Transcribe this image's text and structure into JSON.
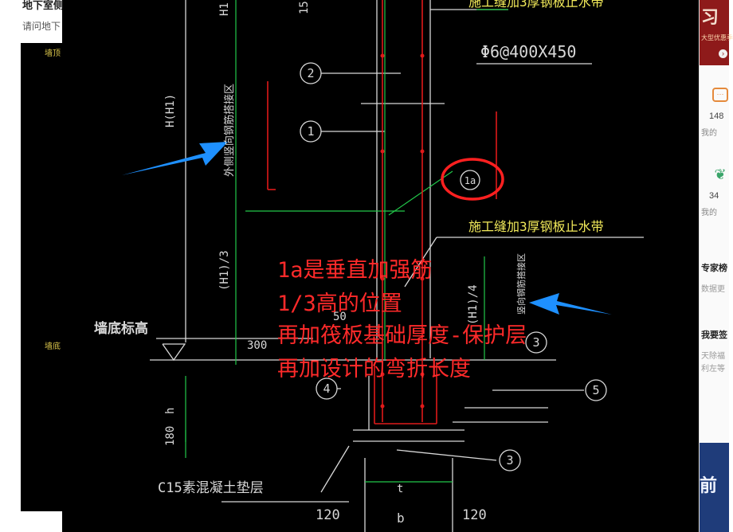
{
  "question": {
    "title": "地下室侧",
    "subtitle": "请问地下"
  },
  "left_thumbnail": {
    "label_top": "墙顶",
    "label_mid": "墙底"
  },
  "drawing": {
    "dim_top_h1": "H1",
    "dim_top_15": "15",
    "dim_left_h": "H(H1)",
    "dim_left_h3": "(H1)/3",
    "dim_right_h4": "(H1)/4",
    "dim_300": "300",
    "dim_50": "50",
    "dim_h": "h",
    "dim_180": "180",
    "dim_t": "t",
    "dim_b": "b",
    "dim_120_left": "120",
    "dim_120_right": "120",
    "rebar_spec": "Φ6@400X450",
    "water_stop_top": "施工缝加3厚钢板止水带",
    "water_stop": "施工缝加3厚钢板止水带",
    "wall_bottom_elev": "墙底标高",
    "cushion": "C15素混凝土垫层",
    "vertical_note_left": "外侧竖向钢筋搭接区",
    "vertical_note_right": "竖向钢筋搭接区",
    "callout_1": "1",
    "callout_2": "2",
    "callout_1a": "1a",
    "callout_3a": "3",
    "callout_3b": "3",
    "callout_4": "4",
    "callout_5": "5"
  },
  "annotation": {
    "line1": "1a是垂直加强筋",
    "line2": "1/3高的位置",
    "line3": "再加筏板基础厚度-保护层",
    "line4": "再加设计的弯折长度"
  },
  "sidebar": {
    "ad_top_text": "习",
    "ad_top_sub": "大型优惠季",
    "stat1_num": "148",
    "stat1_label": "我的",
    "stat2_num": "34",
    "stat2_label": "我的",
    "expert_title": "专家榜",
    "expert_sub": "数据更",
    "sign_title": "我要签",
    "sign_sub1": "天除福",
    "sign_sub2": "利左等",
    "ad_bottom_text": "前"
  },
  "colors": {
    "cad_background": "#000000",
    "annotation_red": "#ff2a2a",
    "arrow_blue": "#1e90ff",
    "dim_green": "#22c84a",
    "rebar_red": "#e01a1a",
    "text_yellow": "#f2ea5a",
    "line_white": "#d8d8d8"
  }
}
